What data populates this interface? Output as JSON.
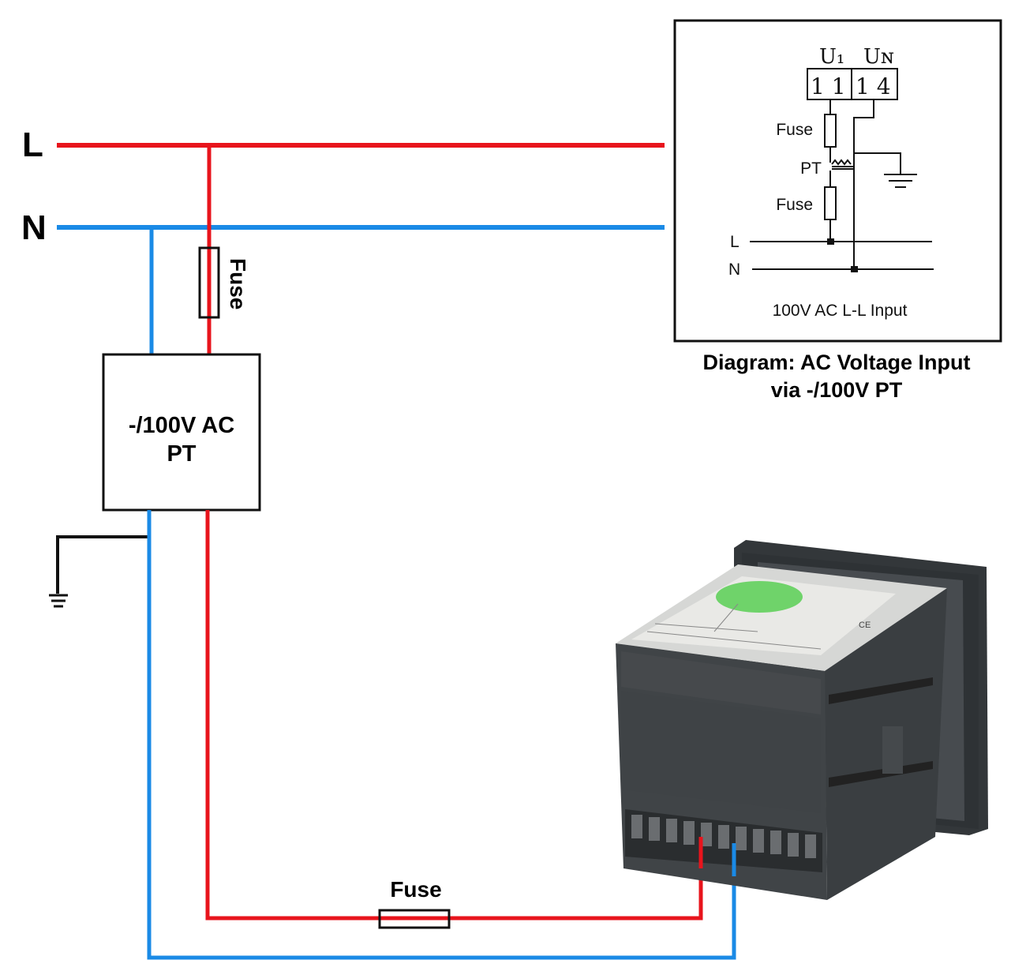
{
  "colors": {
    "live": "#e8141c",
    "neutral": "#1a8ae6",
    "ground": "#111111",
    "device_body": "#3d4043",
    "label_sticker": "#e9e9e6",
    "sticker_seal": "#6fd36a"
  },
  "main": {
    "line_label": "L",
    "neutral_label": "N",
    "fuse_top_label": "Fuse",
    "pt_box": {
      "line1": "-/100V AC",
      "line2": "PT"
    },
    "fuse_bottom_label": "Fuse"
  },
  "inset": {
    "terminal_u1": "U₁",
    "terminal_un": "Uɴ",
    "terminal_11": "1 1",
    "terminal_14": "1 4",
    "fuse_upper": "Fuse",
    "pt": "PT",
    "fuse_lower": "Fuse",
    "l": "L",
    "n": "N",
    "caption": "100V AC L-L Input"
  },
  "title": {
    "line1": "Diagram: AC Voltage Input",
    "line2": "via -/100V PT"
  },
  "device": {
    "name": "meter",
    "icon": "panel-meter-rear-view",
    "mark": "CE"
  }
}
